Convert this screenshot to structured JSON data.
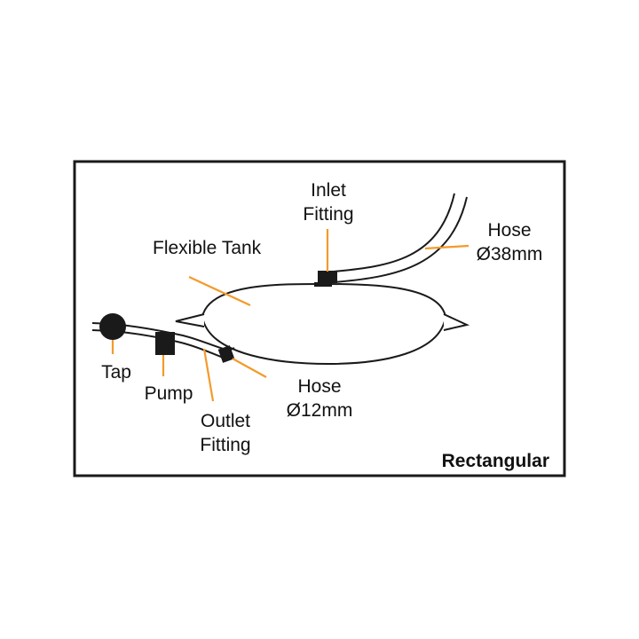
{
  "colors": {
    "outline": "#1a1a1a",
    "leader": "#f39a2b",
    "text": "#111111"
  },
  "labels": {
    "inlet_fitting": [
      "Inlet",
      "Fitting"
    ],
    "hose_large": [
      "Hose",
      "Ø38mm"
    ],
    "flexible_tank": "Flexible Tank",
    "tap": "Tap",
    "pump": "Pump",
    "outlet_fitting": [
      "Outlet",
      "Fitting"
    ],
    "hose_small": [
      "Hose",
      "Ø12mm"
    ],
    "shape": "Rectangular"
  }
}
